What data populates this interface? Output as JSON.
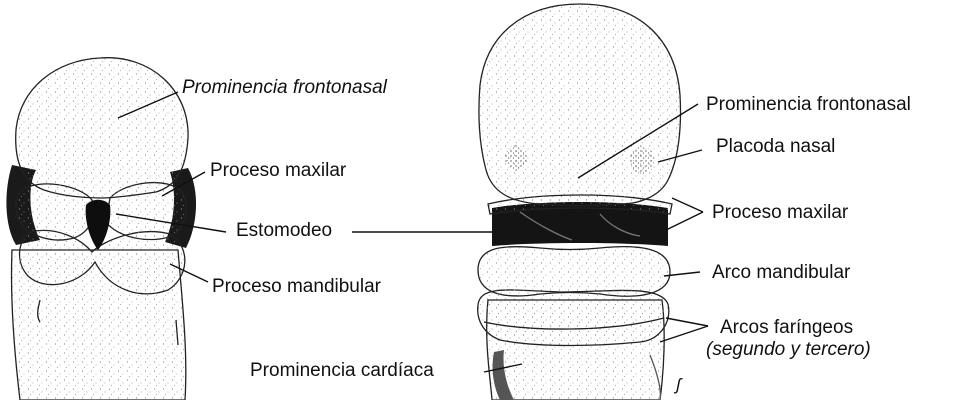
{
  "left_embryo": {
    "labels": {
      "frontonasal": "Prominencia frontonasal",
      "maxilar": "Proceso maxilar",
      "estomodeo": "Estomodeo",
      "mandibular": "Proceso mandibular"
    }
  },
  "right_embryo": {
    "labels": {
      "frontonasal": "Prominencia frontonasal",
      "placoda": "Placoda nasal",
      "maxilar": "Proceso maxilar",
      "mandibular": "Arco mandibular",
      "faringeos_line1": "Arcos faríngeos",
      "faringeos_line2": "(segundo y tercero)",
      "cardiaca": "Prominencia cardíaca"
    },
    "artist_mark": "ʃ"
  },
  "colors": {
    "ink": "#111111",
    "stipple": "#8a8a8a",
    "shadow": "#1a1a1a"
  }
}
